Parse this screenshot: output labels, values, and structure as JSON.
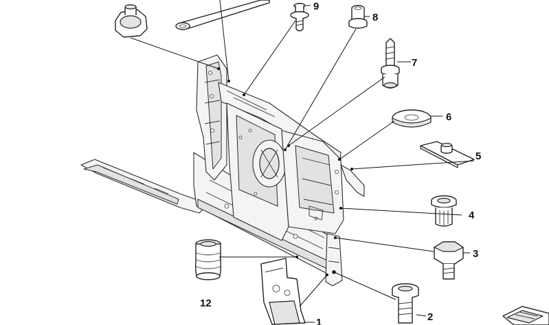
{
  "callouts": [
    {
      "id": "1",
      "label": "1"
    },
    {
      "id": "2",
      "label": "2"
    },
    {
      "id": "3",
      "label": "3"
    },
    {
      "id": "4",
      "label": "4"
    },
    {
      "id": "5",
      "label": "5"
    },
    {
      "id": "6",
      "label": "6"
    },
    {
      "id": "7",
      "label": "7"
    },
    {
      "id": "8",
      "label": "8"
    },
    {
      "id": "9",
      "label": "9"
    },
    {
      "id": "12",
      "label": "12"
    }
  ],
  "icons": {
    "corner_logo": "corner-logo-icon"
  }
}
